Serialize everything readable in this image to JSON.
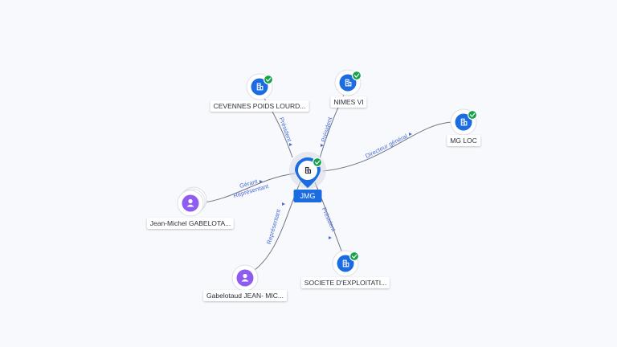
{
  "center": {
    "label": "JMG",
    "icon": "building-icon",
    "verified": true
  },
  "nodes": [
    {
      "id": "cevennes",
      "kind": "company",
      "label": "CEVENNES POIDS LOURD...",
      "verified": true,
      "icon": "building-icon"
    },
    {
      "id": "nimes",
      "kind": "company",
      "label": "NIMES VI",
      "verified": true,
      "icon": "building-icon"
    },
    {
      "id": "mgloc",
      "kind": "company",
      "label": "MG LOC",
      "verified": true,
      "icon": "building-icon"
    },
    {
      "id": "jeanmichel",
      "kind": "person",
      "label": "Jean-Michel GABELOTA...",
      "verified": false,
      "icon": "person-icon"
    },
    {
      "id": "gabelotaud",
      "kind": "person",
      "label": "Gabelotaud JEAN- MIC...",
      "verified": false,
      "icon": "person-icon"
    },
    {
      "id": "societe",
      "kind": "company",
      "label": "SOCIETE D'EXPLOITATI...",
      "verified": true,
      "icon": "building-icon"
    }
  ],
  "edges": [
    {
      "to": "cevennes",
      "labels": [
        "Président"
      ]
    },
    {
      "to": "nimes",
      "labels": [
        "Président"
      ]
    },
    {
      "to": "mgloc",
      "labels": [
        "Directeur général"
      ]
    },
    {
      "to": "jeanmichel",
      "labels": [
        "Gérant",
        "Représentant"
      ]
    },
    {
      "to": "gabelotaud",
      "labels": [
        "Représentant"
      ]
    },
    {
      "to": "societe",
      "labels": [
        "Président"
      ]
    }
  ],
  "colors": {
    "accent": "#1a6ce0",
    "verified": "#17a34a",
    "person": "#8e5cf0",
    "edge_label": "#4a6cd4"
  }
}
